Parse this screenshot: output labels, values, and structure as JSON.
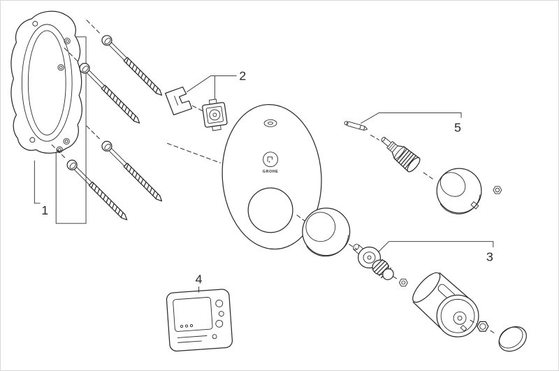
{
  "theme": {
    "ink": "#2b2b2b",
    "paper": "#ffffff",
    "border": "#d8d8d8"
  },
  "diagram": {
    "callouts": {
      "part1": "1",
      "part2": "2",
      "part3": "3",
      "part4": "4",
      "part5": "5"
    },
    "escutcheon": {
      "logo": "GROHE"
    }
  }
}
